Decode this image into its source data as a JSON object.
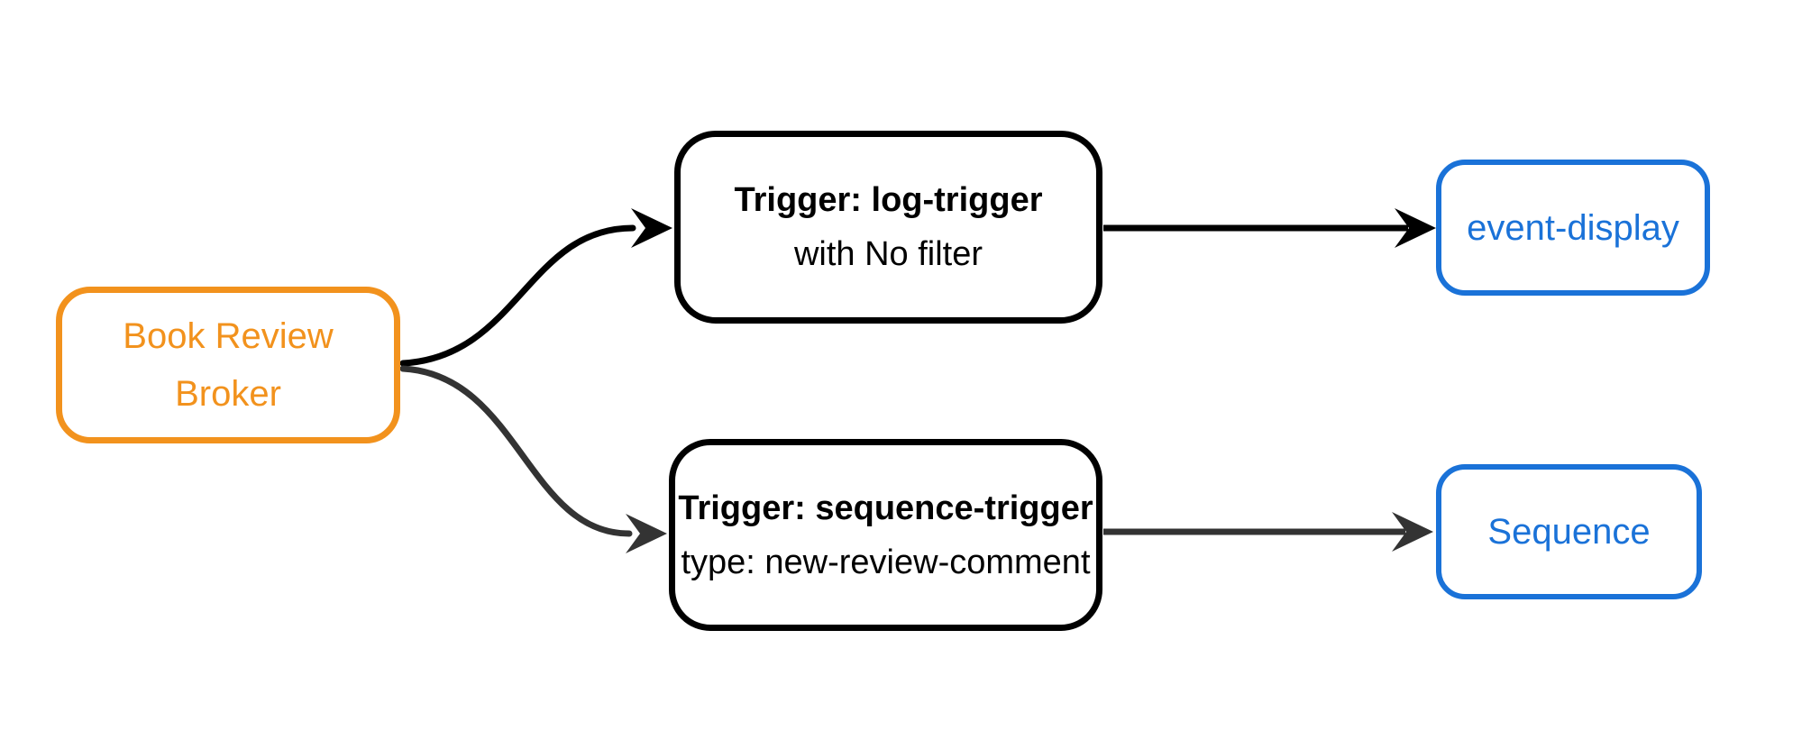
{
  "diagram": {
    "type": "flowchart",
    "background": "#ffffff",
    "nodes": {
      "broker": {
        "lines": [
          "Book Review",
          "Broker"
        ],
        "color": "#F2921D"
      },
      "trigger_log": {
        "title": "Trigger: log-trigger",
        "subtitle": "with No filter",
        "border_color": "#000000"
      },
      "trigger_sequence": {
        "title": "Trigger: sequence-trigger",
        "subtitle": "type: new-review-comment",
        "border_color": "#000000"
      },
      "event_display": {
        "label": "event-display",
        "color": "#1A72D8"
      },
      "sequence": {
        "label": "Sequence",
        "color": "#1A72D8"
      }
    },
    "edges": [
      {
        "from": "Book Review Broker",
        "to": "Trigger: log-trigger",
        "color": "#000000"
      },
      {
        "from": "Book Review Broker",
        "to": "Trigger: sequence-trigger",
        "color": "#333333"
      },
      {
        "from": "Trigger: log-trigger",
        "to": "event-display",
        "color": "#000000"
      },
      {
        "from": "Trigger: sequence-trigger",
        "to": "Sequence",
        "color": "#333333"
      }
    ]
  }
}
